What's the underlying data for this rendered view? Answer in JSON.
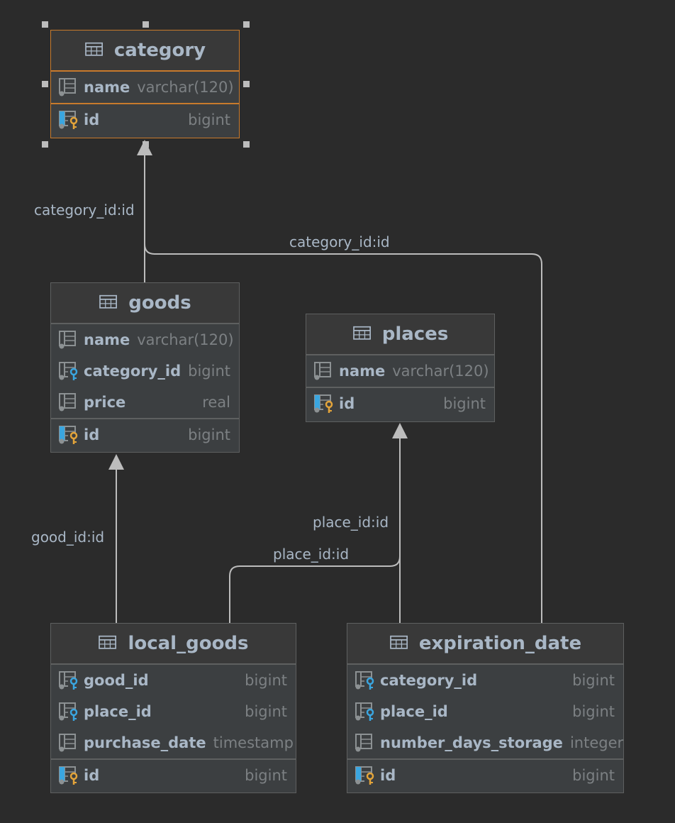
{
  "tables": {
    "category": {
      "name": "category",
      "columns": [
        {
          "name": "name",
          "type": "varchar(120)",
          "kind": "column"
        }
      ],
      "pk": {
        "name": "id",
        "type": "bigint"
      }
    },
    "goods": {
      "name": "goods",
      "columns": [
        {
          "name": "name",
          "type": "varchar(120)",
          "kind": "column"
        },
        {
          "name": "category_id",
          "type": "bigint",
          "kind": "fk"
        },
        {
          "name": "price",
          "type": "real",
          "kind": "column"
        }
      ],
      "pk": {
        "name": "id",
        "type": "bigint"
      }
    },
    "places": {
      "name": "places",
      "columns": [
        {
          "name": "name",
          "type": "varchar(120)",
          "kind": "column"
        }
      ],
      "pk": {
        "name": "id",
        "type": "bigint"
      }
    },
    "local_goods": {
      "name": "local_goods",
      "columns": [
        {
          "name": "good_id",
          "type": "bigint",
          "kind": "fk"
        },
        {
          "name": "place_id",
          "type": "bigint",
          "kind": "fk"
        },
        {
          "name": "purchase_date",
          "type": "timestamp",
          "kind": "column"
        }
      ],
      "pk": {
        "name": "id",
        "type": "bigint"
      }
    },
    "expiration_date": {
      "name": "expiration_date",
      "columns": [
        {
          "name": "category_id",
          "type": "bigint",
          "kind": "fk"
        },
        {
          "name": "place_id",
          "type": "bigint",
          "kind": "fk"
        },
        {
          "name": "number_days_storage",
          "type": "integer",
          "kind": "column"
        }
      ],
      "pk": {
        "name": "id",
        "type": "bigint"
      }
    }
  },
  "relations": {
    "goods_category": "category_id:id",
    "expiration_category": "category_id:id",
    "local_goods_goods": "good_id:id",
    "expiration_places": "place_id:id",
    "local_goods_places": "place_id:id"
  },
  "colors": {
    "background": "#2b2b2b",
    "table_bg": "#3c3f41",
    "selected_border": "#c87a2c",
    "fk_key": "#3aa6e0",
    "pk_key": "#e3a43a",
    "edge": "#bcbcbc"
  }
}
